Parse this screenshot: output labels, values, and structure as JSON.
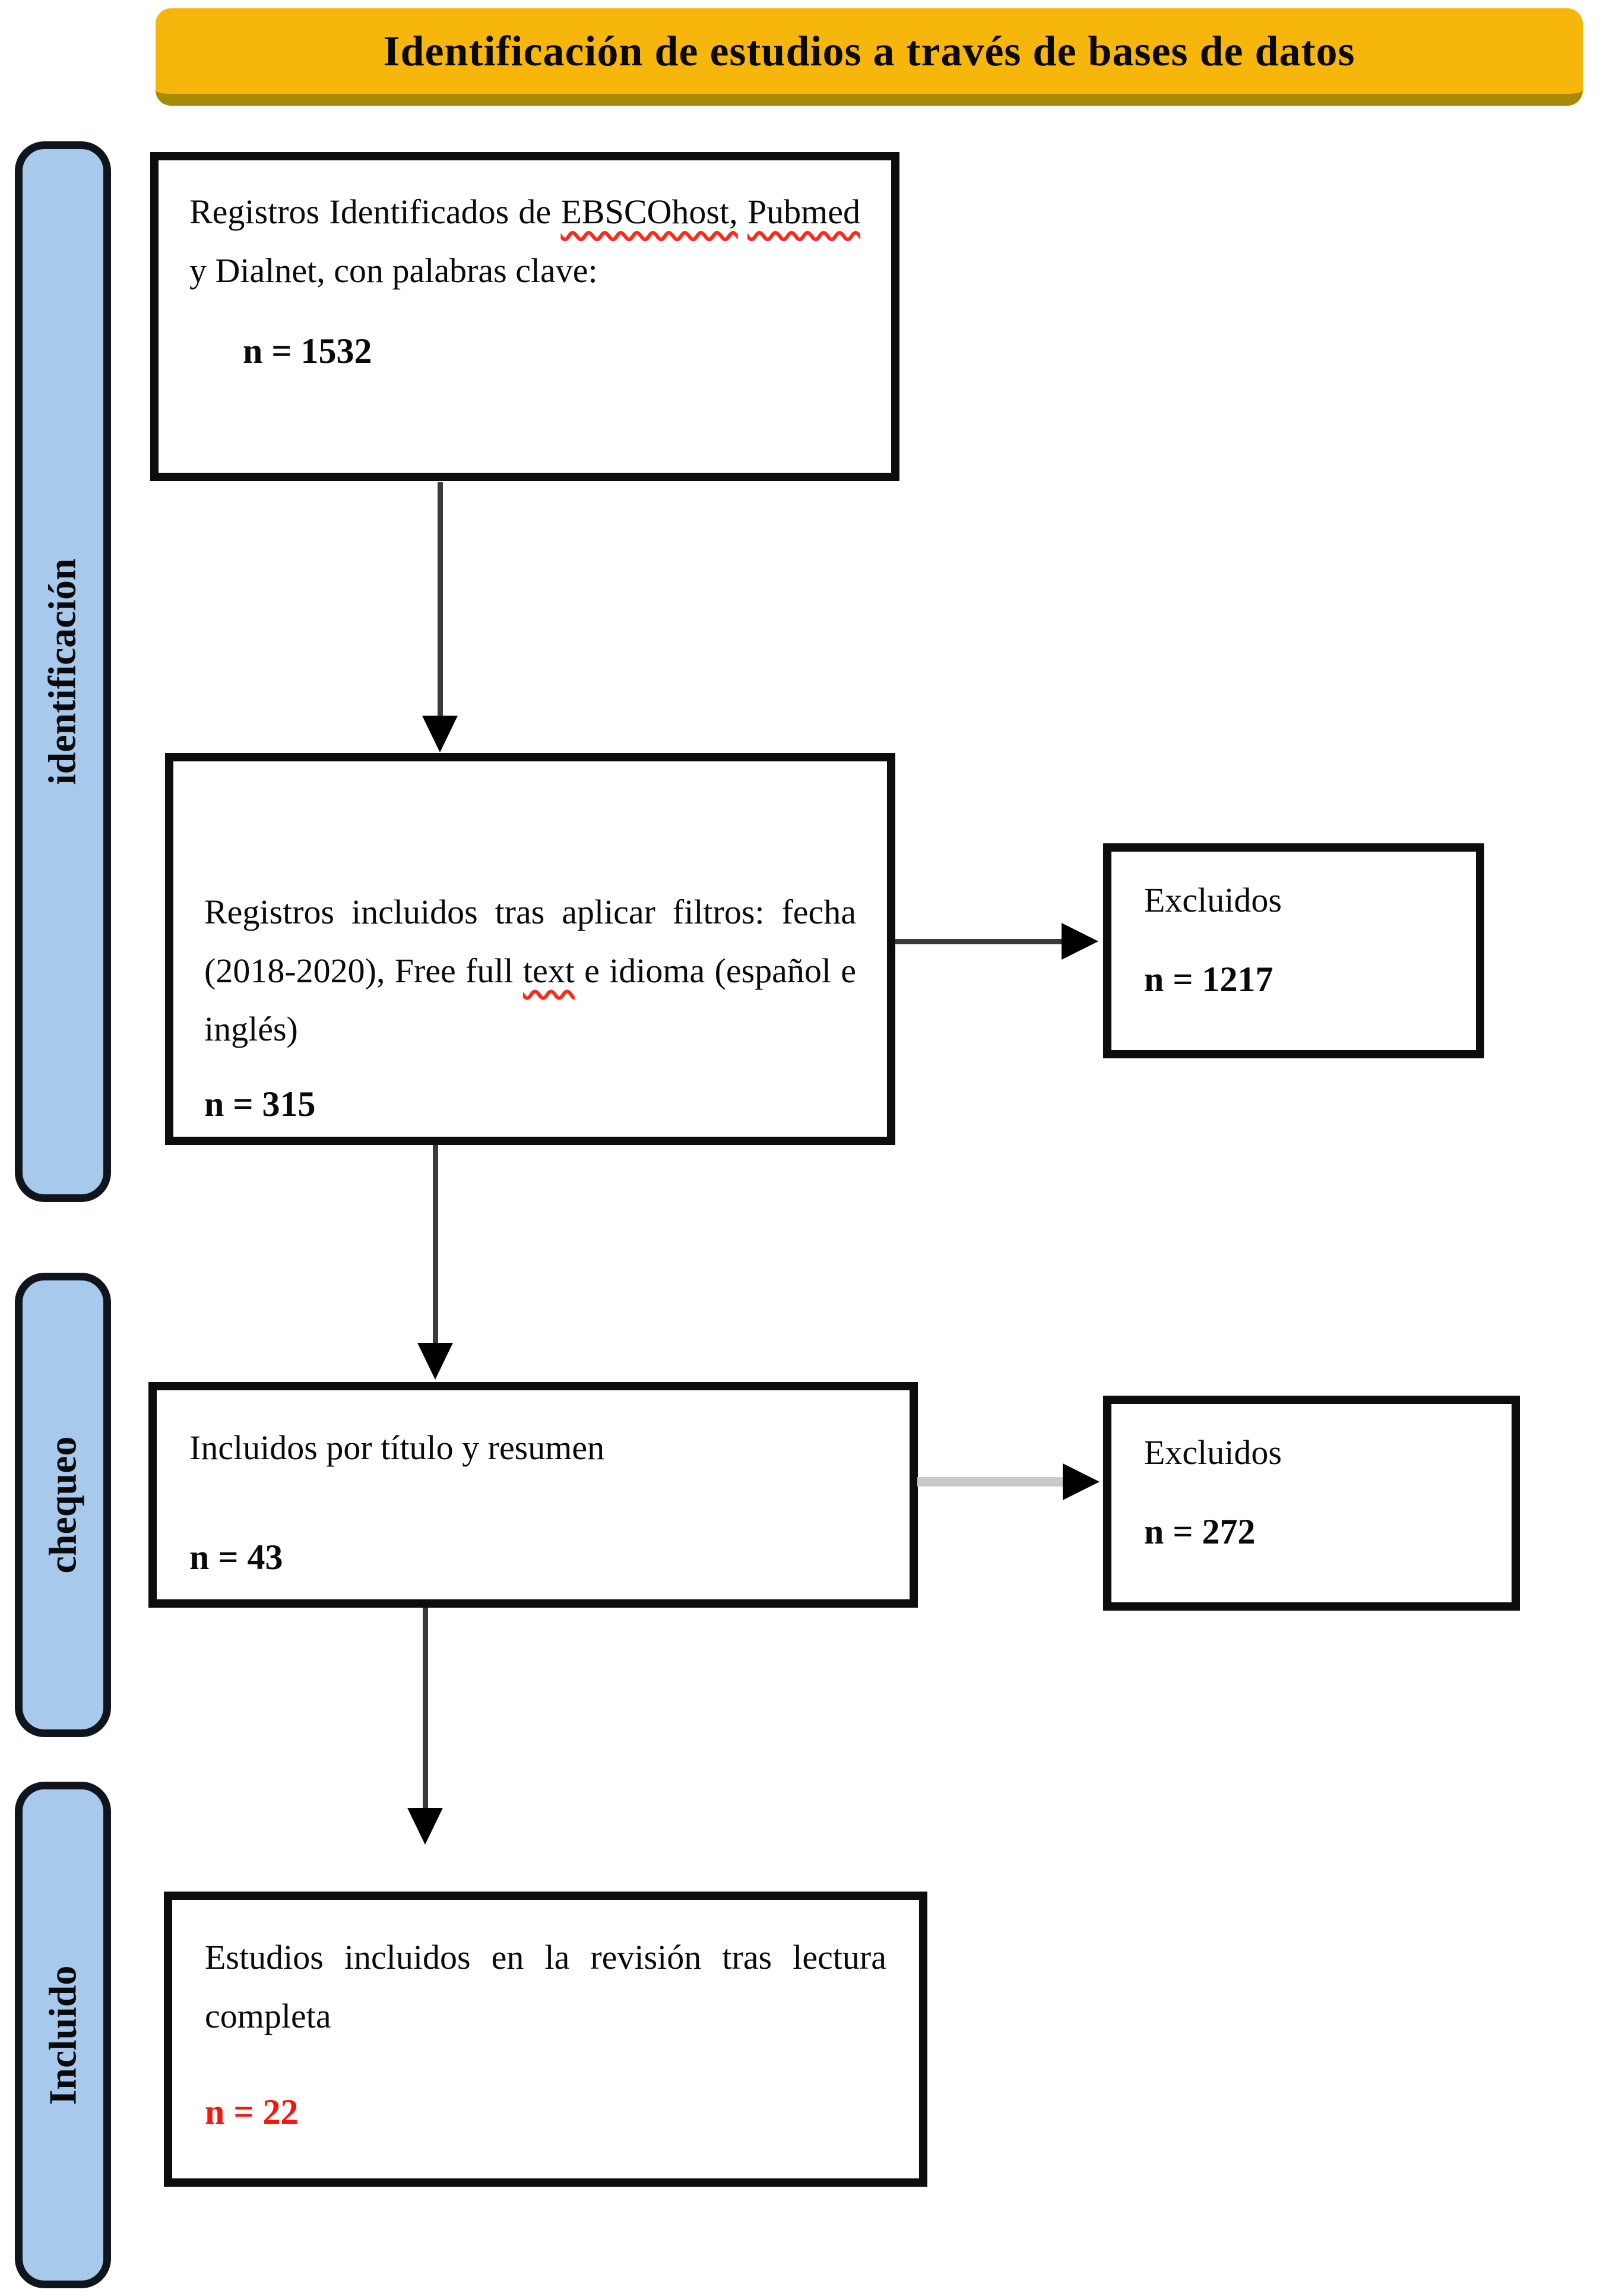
{
  "header": {
    "title": "Identificación de estudios a través de bases de datos"
  },
  "sidebar": {
    "bands": [
      {
        "label": "identificación"
      },
      {
        "label": "chequeo"
      },
      {
        "label": "Incluido"
      }
    ]
  },
  "boxes": {
    "box1": {
      "segments": [
        {
          "t": "Registros Identificados de "
        },
        {
          "t": "EBSCOhost,",
          "squiggle": true
        },
        {
          "t": " "
        },
        {
          "t": "Pubmed",
          "squiggle": true
        },
        {
          "t": " y Dialnet, con palabras clave:"
        }
      ],
      "count": "n = 1532"
    },
    "box2": {
      "segments": [
        {
          "t": "Registros incluidos tras aplicar fil­tros: fecha (2018-2020), Free full "
        },
        {
          "t": "text",
          "squiggle": true
        },
        {
          "t": " e idioma (español e inglés)"
        }
      ],
      "count": "n = 315"
    },
    "excluded1": {
      "label": "Excluidos",
      "count": "n = 1217"
    },
    "box3": {
      "segments": [
        {
          "t": "Incluidos por título y resumen"
        }
      ],
      "count": "n = 43"
    },
    "excluded2": {
      "label": "Excluidos",
      "count": "n = 272"
    },
    "box4": {
      "segments": [
        {
          "t": "Estudios incluidos en la revisión tras lectura completa"
        }
      ],
      "count": "n = 22"
    }
  },
  "colors": {
    "header_bg": "#F6B60B",
    "header_edge": "#A68A08",
    "band_fill": "#A6C9EC",
    "band_border": "#10151C",
    "box_border": "#0D0D0D",
    "arrow_dark": "#3A3A3A",
    "arrow_light": "#C9C9C9",
    "squiggle": "#FF2A1A",
    "count_red": "#F8150B"
  }
}
